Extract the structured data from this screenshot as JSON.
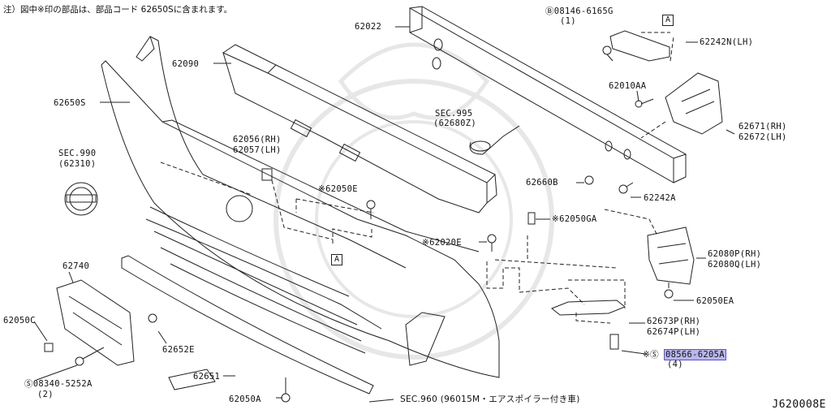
{
  "note": "注）図中※印の部品は、部品コード 62650Sに含まれます。",
  "diagram_code": "J620008E",
  "labels": {
    "p62022": "62022",
    "p08146": "Ⓑ08146-6165G",
    "p08146_qty": "(1)",
    "p62242N": "62242N(LH)",
    "p62090": "62090",
    "p62010AA": "62010AA",
    "p62650S": "62650S",
    "sec995": "SEC.995",
    "sec995_sub": "(62680Z)",
    "p62671": "62671(RH)",
    "p62672": "62672(LH)",
    "p62056": "62056(RH)",
    "p62057": "62057(LH)",
    "sec990": "SEC.990",
    "sec990_sub": "(62310)",
    "p62660B": "62660B",
    "p62242A": "62242A",
    "p62050E": "※62050E",
    "p62050GA": "※62050GA",
    "p62020E": "※62020E",
    "p62080P": "62080P(RH)",
    "p62080Q": "62080Q(LH)",
    "p62740": "62740",
    "p62050EA": "62050EA",
    "p62050C": "62050C",
    "p62673P": "62673P(RH)",
    "p62674P": "62674P(LH)",
    "p62652E": "62652E",
    "p08566_prefix": "※Ⓢ",
    "p08566": "08566-6205A",
    "p08566_qty": "(4)",
    "p08340": "Ⓢ08340-5252A",
    "p08340_qty": "(2)",
    "p62651": "62651",
    "p62050A": "62050A",
    "sec960": "SEC.960 (96015M・エアスポイラー付き車)",
    "box_a1": "A",
    "box_a2": "A"
  },
  "colors": {
    "line": "#222222",
    "highlight": "#b9b6ee"
  }
}
